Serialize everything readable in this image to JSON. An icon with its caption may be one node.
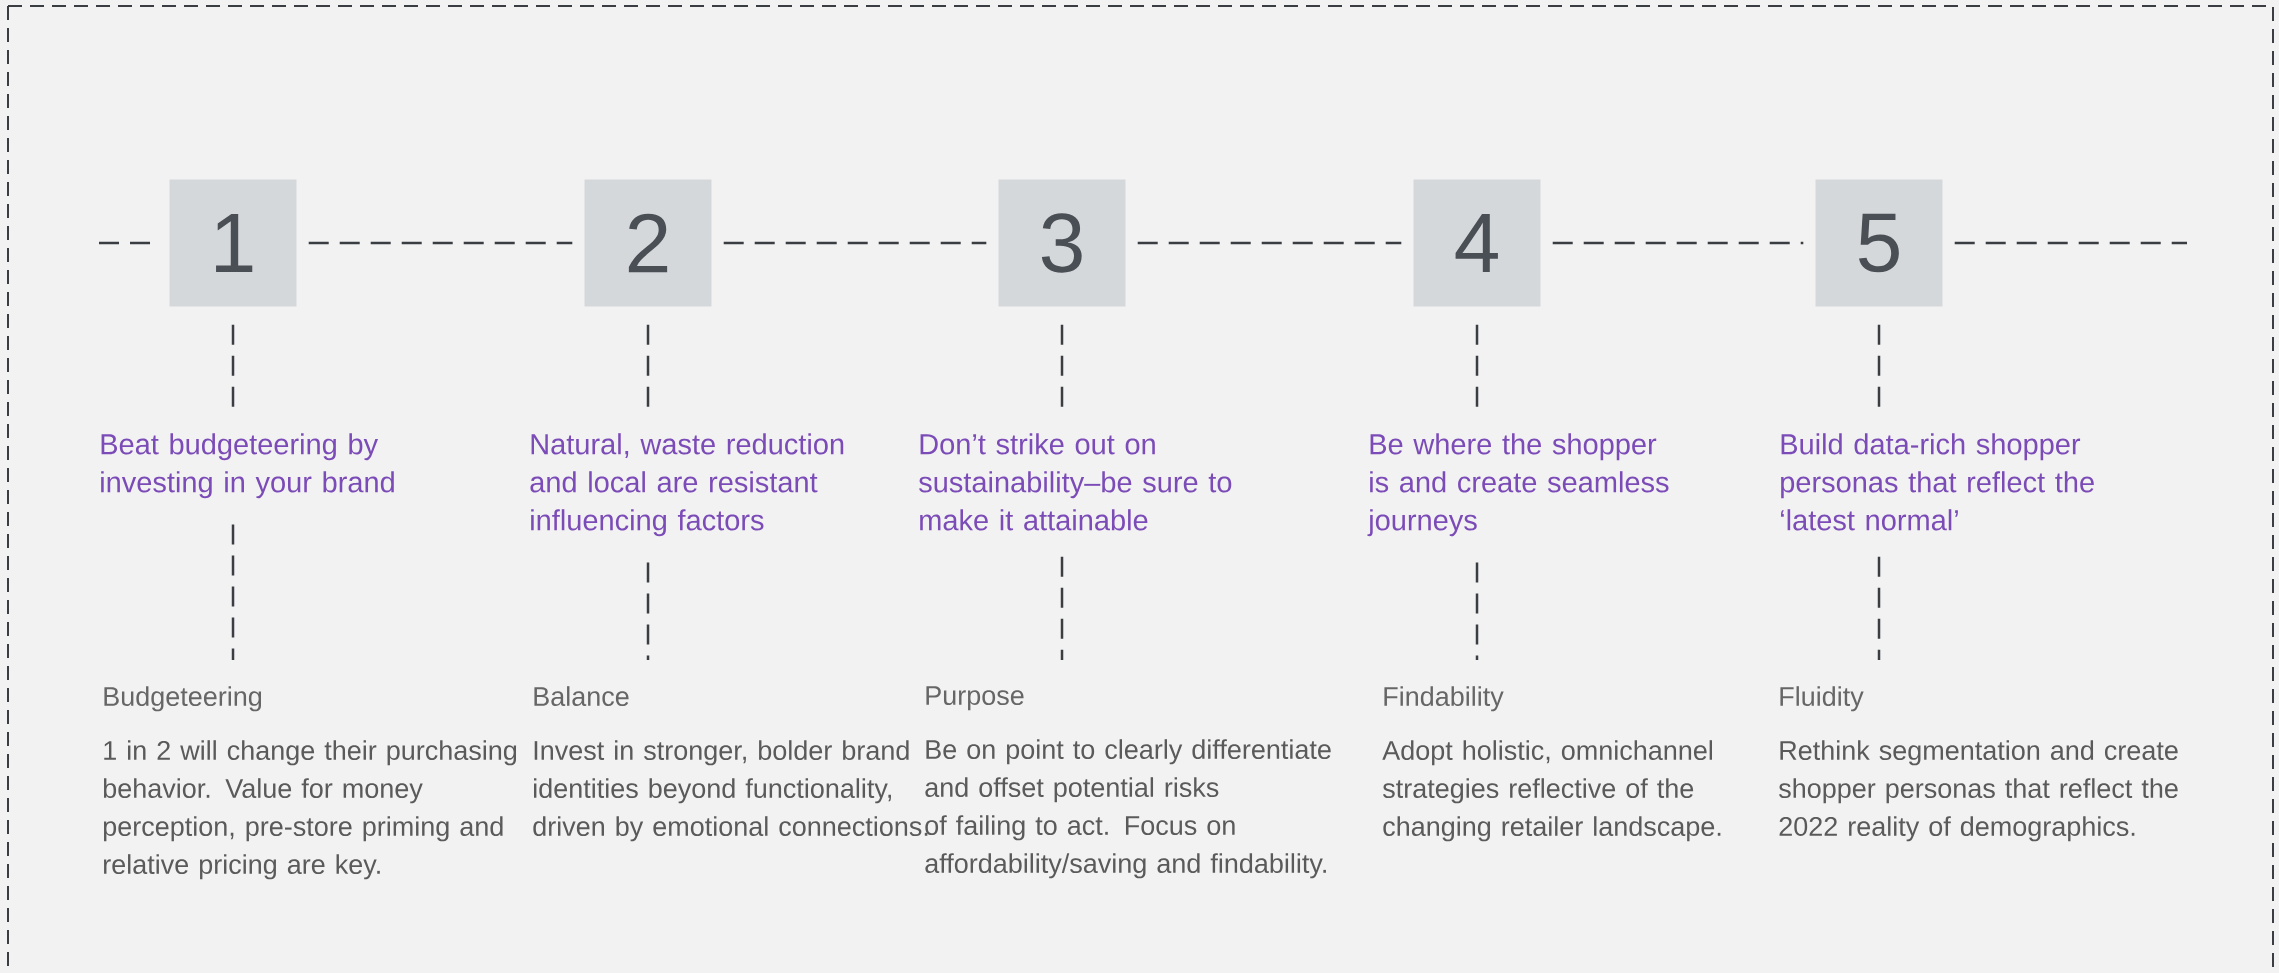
{
  "diagram": {
    "nodes": [
      {
        "text": [
          "1"
        ]
      },
      {
        "text": [
          "Beat budgeteering by investing in your brand"
        ]
      },
      {
        "text": [
          "Budgeteering",
          "1 in 2 will change their purchasing behavior. Value for money perception, pre-store priming and relative pricing are key."
        ]
      },
      {
        "text": [
          "2"
        ]
      },
      {
        "text": [
          "Natural, waste reduction and local are resistant influencing factors"
        ]
      },
      {
        "text": [
          "Balance",
          "Invest in stronger, bolder brand identities beyond functionality, driven by emotional connections."
        ]
      },
      {
        "text": [
          "3"
        ]
      },
      {
        "text": [
          "Don’t strike out on sustainability–be sure to make it attainable"
        ]
      },
      {
        "text": [
          "Purpose",
          "Be on point to clearly differentiate and offset potential risks of failing to act. Focus on affordability/saving and findability."
        ]
      },
      {
        "text": [
          "4"
        ]
      },
      {
        "text": [
          "Be where the shopper is and create seamless journeys"
        ]
      },
      {
        "text": [
          "Findability",
          "Adopt holistic, omnichannel strategies reflective of the changing retailer landscape."
        ]
      },
      {
        "text": [
          "5"
        ]
      },
      {
        "text": [
          "Build data-rich shopper personas that reflect the ‘latest normal’"
        ]
      },
      {
        "text": [
          "Fluidity",
          "Rethink segmentation and create shopper personas that reflect the 2022 reality of demographics."
        ]
      }
    ],
    "edges": [
      {
        "from": null,
        "to": 0,
        "arrow": "none"
      },
      {
        "from": 0,
        "to": 3,
        "arrow": "none"
      },
      {
        "from": 3,
        "to": 6,
        "arrow": "none"
      },
      {
        "from": 6,
        "to": 9,
        "arrow": "none"
      },
      {
        "from": 9,
        "to": 12,
        "arrow": "none"
      },
      {
        "from": 12,
        "to": null,
        "arrow": "none"
      },
      {
        "from": 0,
        "to": 1,
        "arrow": "none"
      },
      {
        "from": 1,
        "to": 2,
        "arrow": "none"
      },
      {
        "from": 3,
        "to": 4,
        "arrow": "none"
      },
      {
        "from": 4,
        "to": 5,
        "arrow": "none"
      },
      {
        "from": 6,
        "to": 7,
        "arrow": "none"
      },
      {
        "from": 7,
        "to": 8,
        "arrow": "none"
      },
      {
        "from": 9,
        "to": 10,
        "arrow": "none"
      },
      {
        "from": 10,
        "to": 11,
        "arrow": "none"
      },
      {
        "from": 12,
        "to": 13,
        "arrow": "none"
      },
      {
        "from": 13,
        "to": 14,
        "arrow": "none"
      }
    ]
  }
}
